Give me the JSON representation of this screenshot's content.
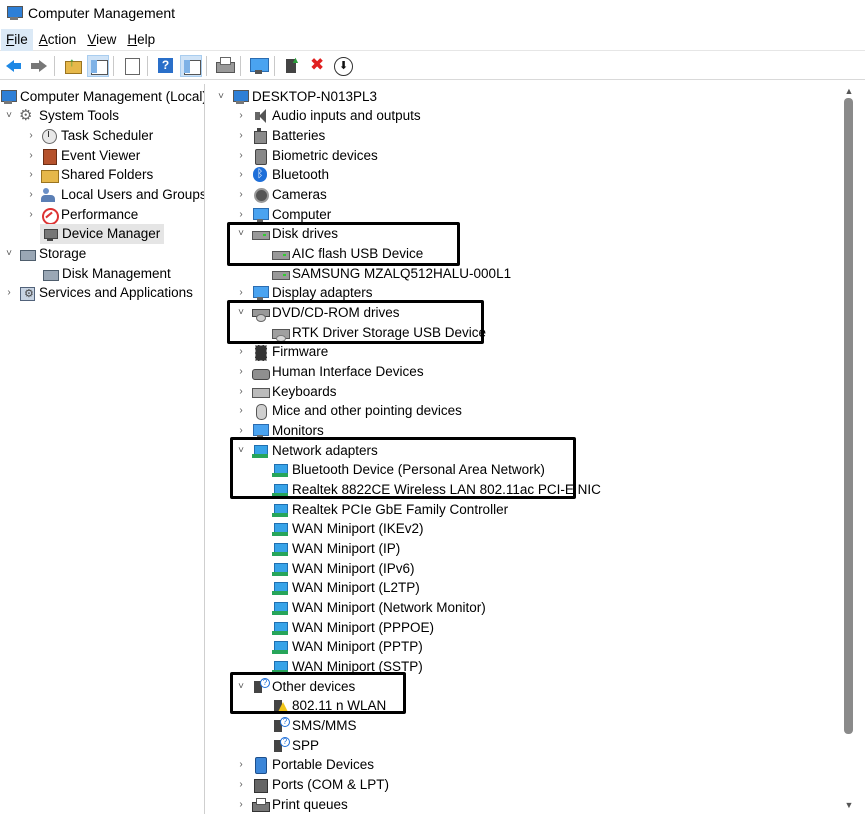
{
  "window": {
    "title": "Computer Management"
  },
  "menu": [
    {
      "label": "File",
      "mnemonic": "F",
      "rest": "ile"
    },
    {
      "label": "Action",
      "mnemonic": "A",
      "rest": "ction"
    },
    {
      "label": "View",
      "mnemonic": "V",
      "rest": "iew"
    },
    {
      "label": "Help",
      "mnemonic": "H",
      "rest": "elp"
    }
  ],
  "toolbar": [
    "back-arrow-icon",
    "forward-arrow-icon",
    "up-folder-icon",
    "show-hide-console-tree-icon",
    "properties-icon",
    "help-icon",
    "show-hide-action-pane-icon",
    "print-icon",
    "scan-hardware-changes-icon",
    "update-driver-icon",
    "uninstall-device-icon",
    "disable-device-icon"
  ],
  "left_tree": {
    "root": "Computer Management (Local)",
    "system_tools": "System Tools",
    "task_scheduler": "Task Scheduler",
    "event_viewer": "Event Viewer",
    "shared_folders": "Shared Folders",
    "local_users": "Local Users and Groups",
    "performance": "Performance",
    "device_manager": "Device Manager",
    "storage": "Storage",
    "disk_management": "Disk Management",
    "services": "Services and Applications"
  },
  "device_tree": {
    "root": "DESKTOP-N013PL3",
    "audio": "Audio inputs and outputs",
    "batteries": "Batteries",
    "biometric": "Biometric devices",
    "bluetooth": "Bluetooth",
    "cameras": "Cameras",
    "computer": "Computer",
    "disk_drives": "Disk drives",
    "disk_1": "AIC flash USB Device",
    "disk_2": "SAMSUNG MZALQ512HALU-000L1",
    "display": "Display adapters",
    "dvd": "DVD/CD-ROM drives",
    "dvd_1": "RTK Driver Storage USB Device",
    "firmware": "Firmware",
    "hid": "Human Interface Devices",
    "keyboards": "Keyboards",
    "mice": "Mice and other pointing devices",
    "monitors": "Monitors",
    "network": "Network adapters",
    "net_1": "Bluetooth Device (Personal Area Network)",
    "net_2": "Realtek 8822CE Wireless LAN 802.11ac PCI-E NIC",
    "net_3": "Realtek PCIe GbE Family Controller",
    "net_4": "WAN Miniport (IKEv2)",
    "net_5": "WAN Miniport (IP)",
    "net_6": "WAN Miniport (IPv6)",
    "net_7": "WAN Miniport (L2TP)",
    "net_8": "WAN Miniport (Network Monitor)",
    "net_9": "WAN Miniport (PPPOE)",
    "net_10": "WAN Miniport (PPTP)",
    "net_11": "WAN Miniport (SSTP)",
    "other": "Other devices",
    "other_1": "802.11 n WLAN",
    "other_2": "SMS/MMS",
    "other_3": "SPP",
    "portable": "Portable Devices",
    "ports": "Ports (COM & LPT)",
    "print_queues": "Print queues"
  },
  "colors": {
    "highlight_border": "#000000",
    "selection_bg": "#e5e5e5",
    "scroll_thumb": "#8a8a8a",
    "accent_blue": "#1e88e5"
  }
}
